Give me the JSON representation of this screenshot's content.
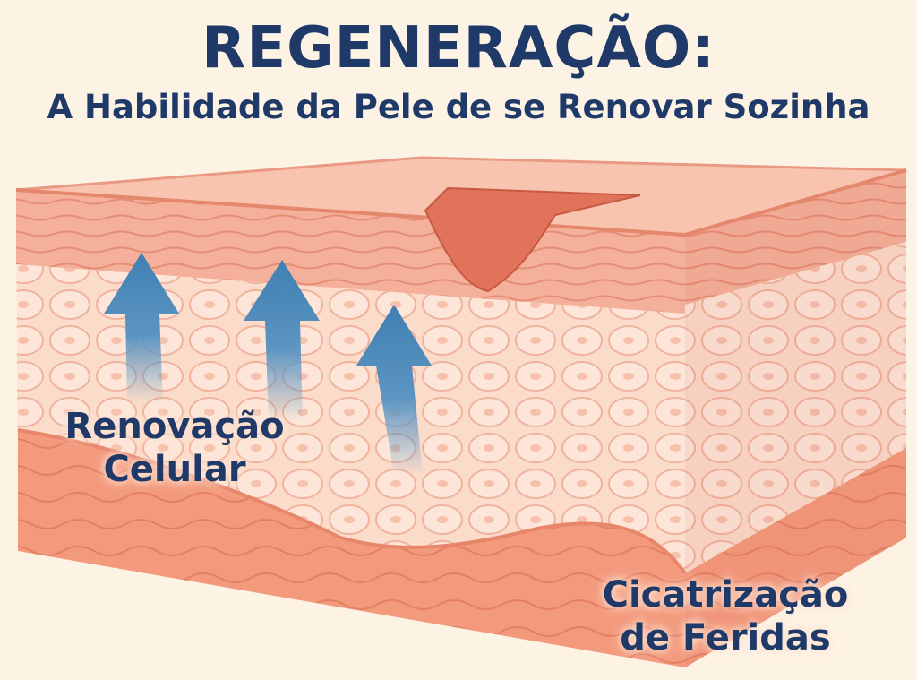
{
  "header": {
    "title": "REGENERAÇÃO:",
    "subtitle": "A Habilidade da Pele de se Renovar Sozinha"
  },
  "labels": {
    "cell_renewal": [
      "Renovação",
      "Celular"
    ],
    "wound_healing": [
      "Cicatrização",
      "de Feridas"
    ]
  },
  "colors": {
    "background": "#fdf3e5",
    "title": "#1f3a68",
    "arrow": "#3f7fb2",
    "epidermis": "#f2a790",
    "cell_layer": "#fbd9c8",
    "dermis": "#f29a7e",
    "wound": "#e0735a"
  },
  "icons": {
    "arrows": [
      "arrow-up-icon",
      "arrow-up-icon",
      "arrow-up-icon"
    ]
  }
}
